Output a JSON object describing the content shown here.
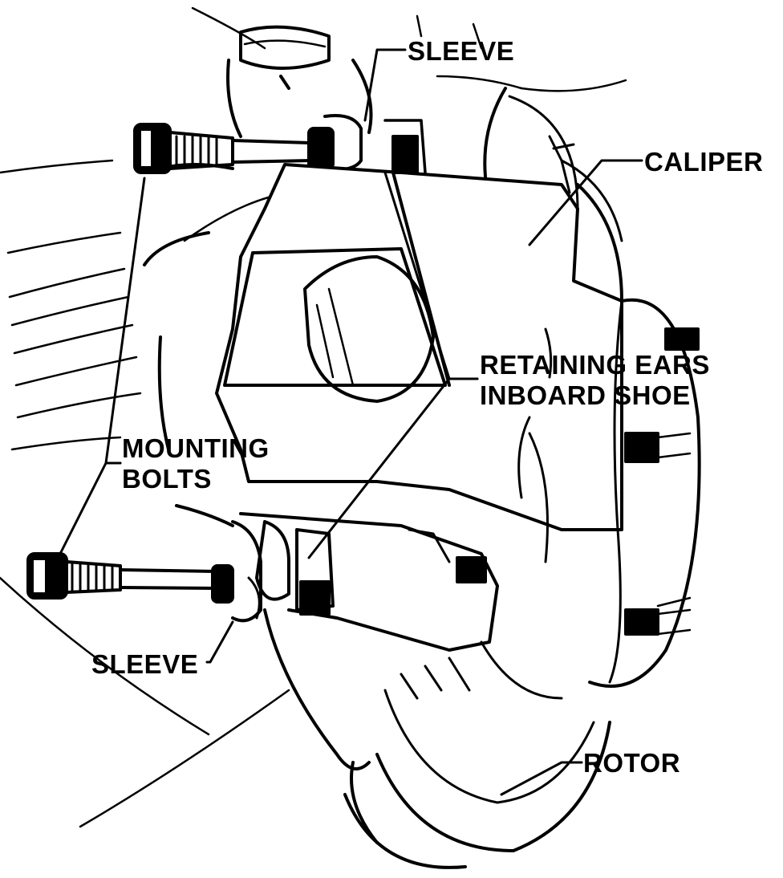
{
  "labels": {
    "sleeve_top": "SLEEVE",
    "caliper": "CALIPER",
    "retaining_line1": "RETAINING EARS",
    "retaining_line2": "INBOARD SHOE",
    "mounting_line1": "MOUNTING",
    "mounting_line2": "BOLTS",
    "sleeve_bottom": "SLEEVE",
    "rotor": "ROTOR"
  },
  "colors": {
    "ink": "#000000",
    "paper": "#ffffff"
  }
}
